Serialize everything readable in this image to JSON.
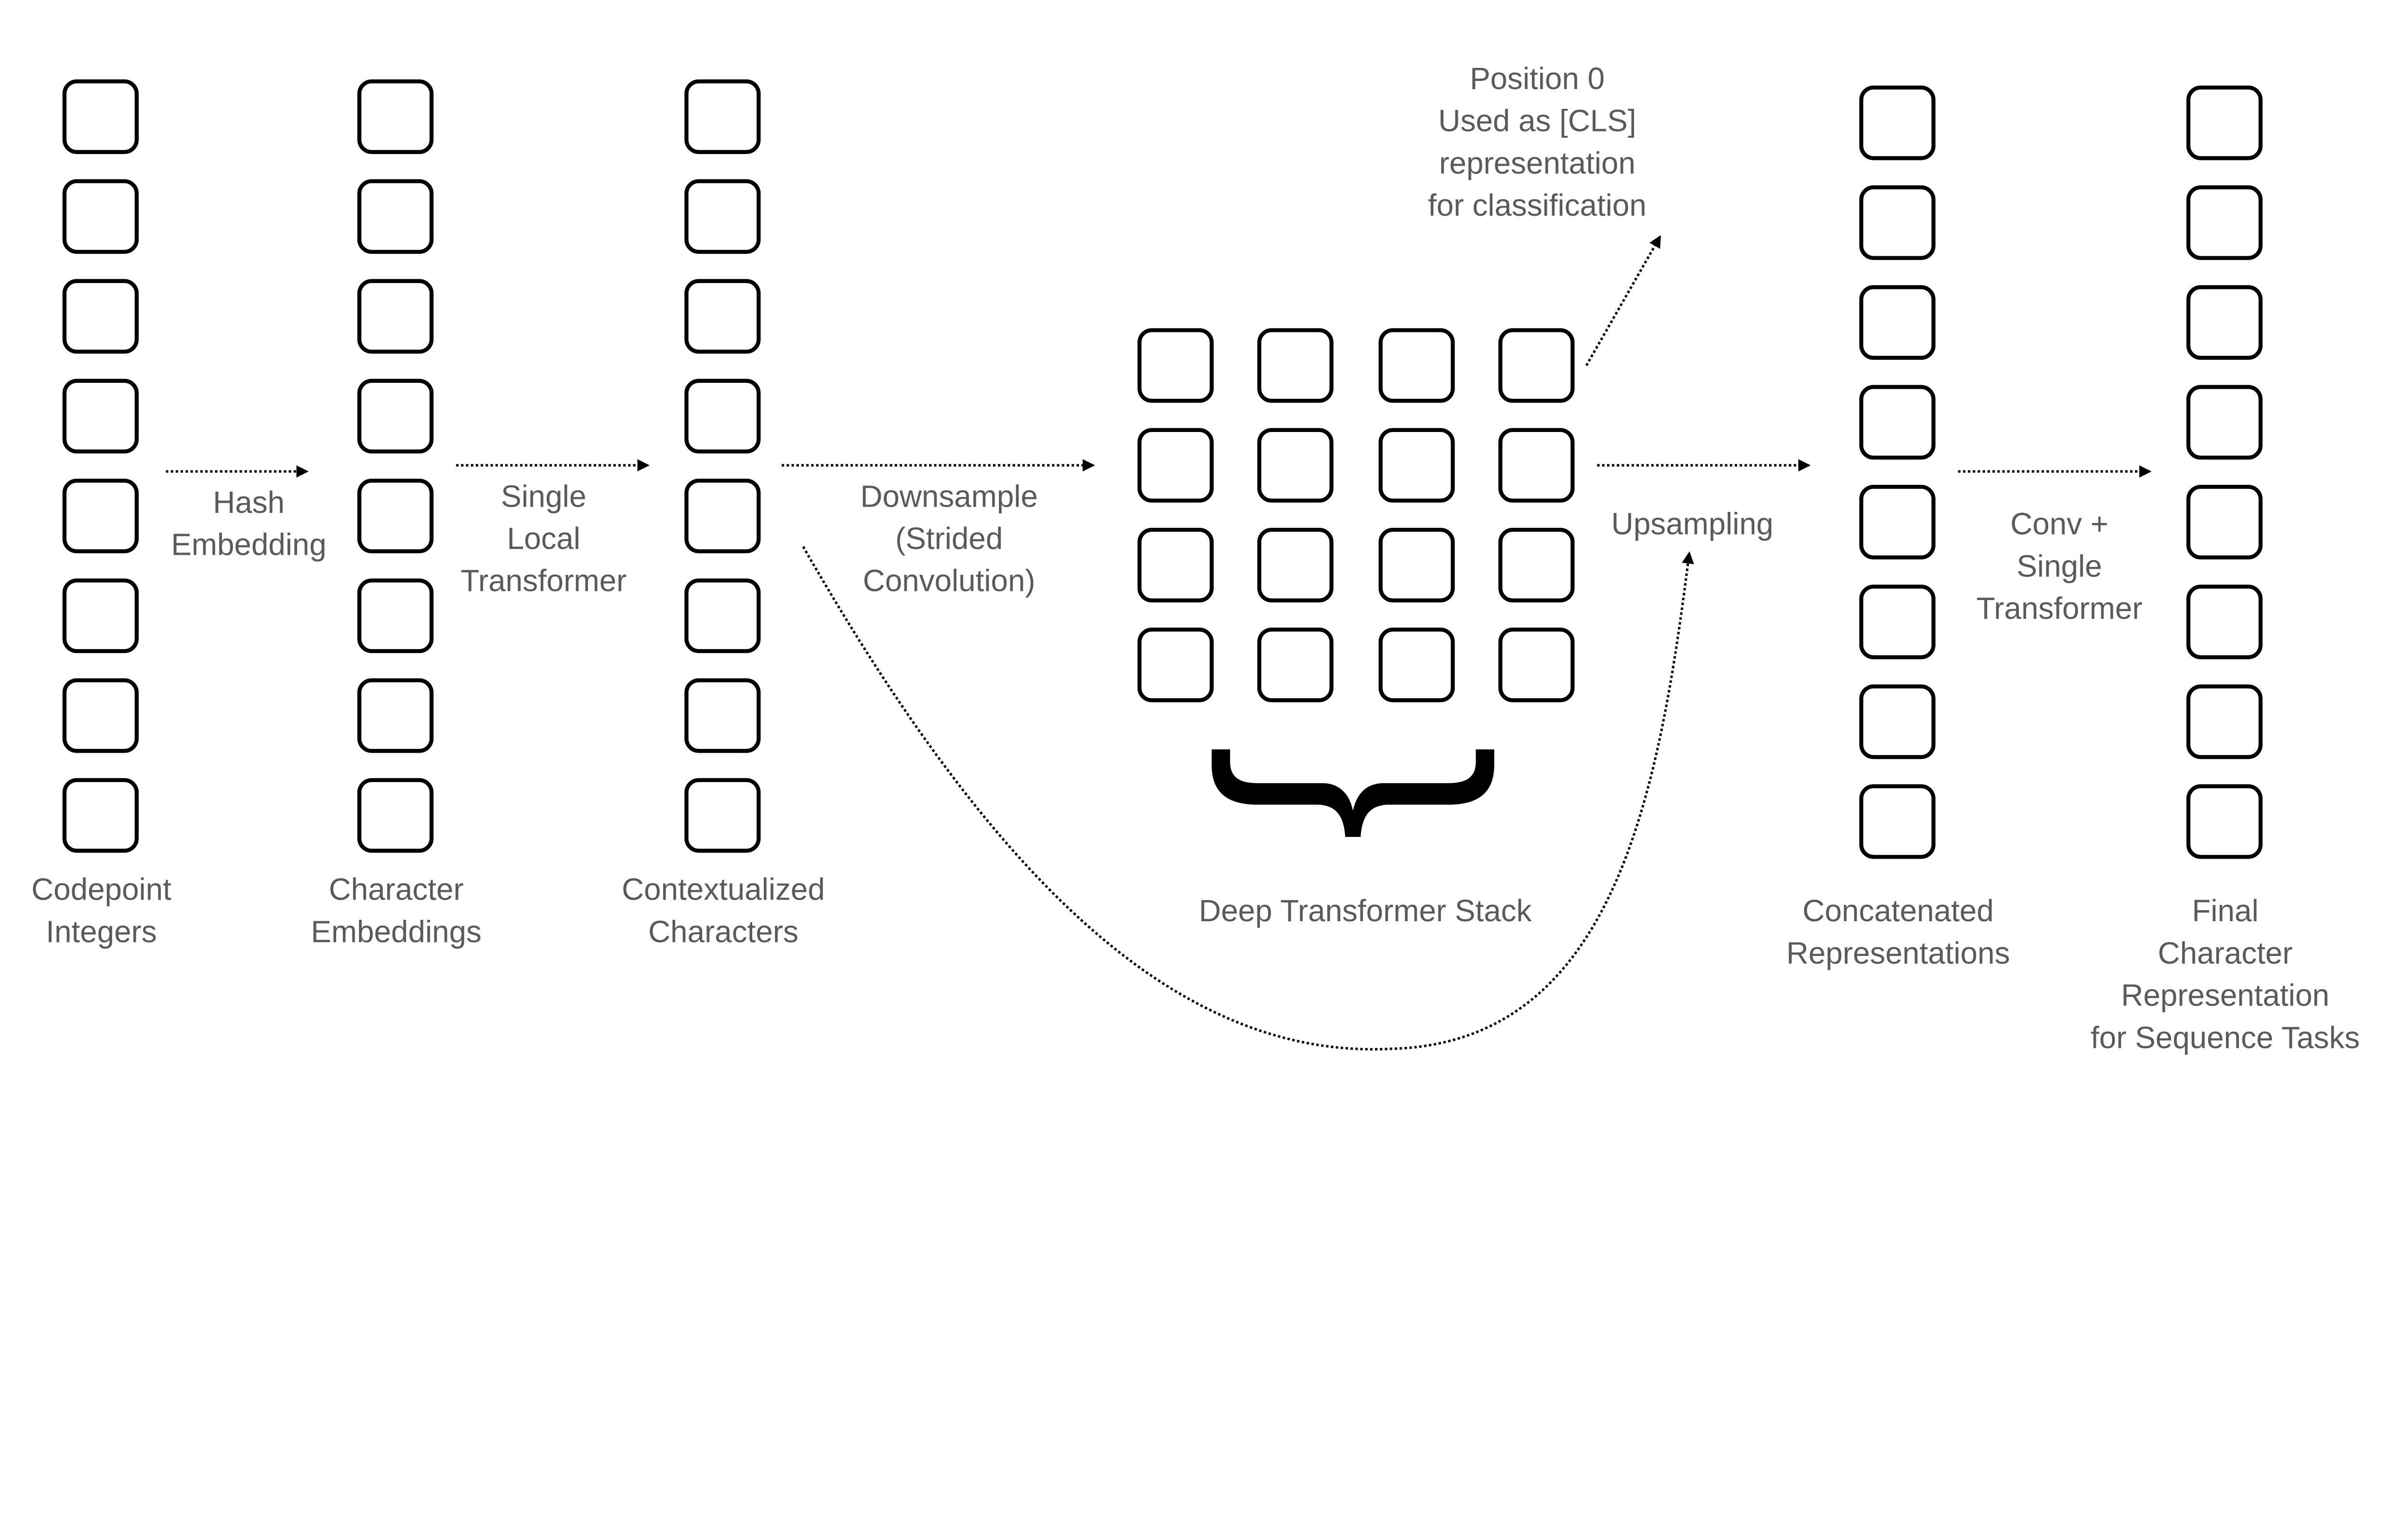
{
  "labels": {
    "codepoint": [
      "Codepoint",
      "Integers"
    ],
    "char_emb": [
      "Character",
      "Embeddings"
    ],
    "contextual": [
      "Contextualized",
      "Characters"
    ],
    "deep_stack": [
      "Deep Transformer Stack"
    ],
    "concat": [
      "Concatenated",
      "Representations"
    ],
    "final": [
      "Final",
      "Character",
      "Representation",
      "for Sequence Tasks"
    ],
    "cls": [
      "Position 0",
      "Used as [CLS]",
      "representation",
      "for classification"
    ]
  },
  "edges": {
    "hash": [
      "Hash",
      "Embedding"
    ],
    "local": [
      "Single",
      "Local",
      "Transformer"
    ],
    "down": [
      "Downsample",
      "(Strided",
      "Convolution)"
    ],
    "up": [
      "Upsampling"
    ],
    "conv": [
      "Conv +",
      "Single",
      "Transformer"
    ]
  },
  "structure": {
    "sequence_length": 8,
    "downsampled_grid_rows": 4,
    "downsampled_grid_cols": 4
  }
}
